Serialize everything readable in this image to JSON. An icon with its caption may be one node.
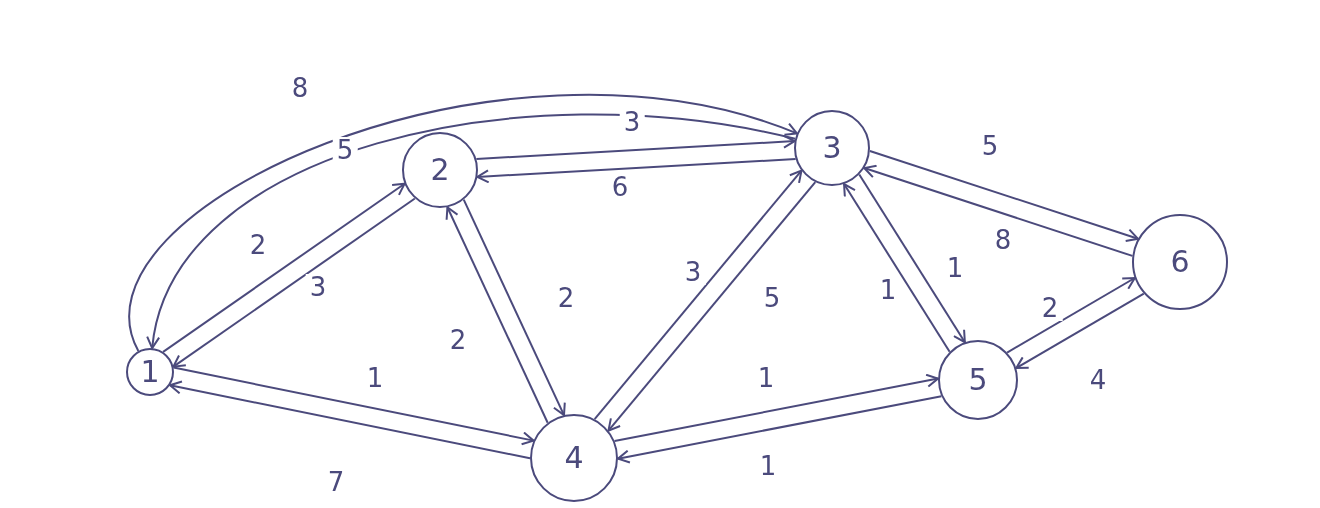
{
  "diagram": {
    "nodes": [
      {
        "text": [
          "1"
        ]
      },
      {
        "text": [
          "2"
        ]
      },
      {
        "text": [
          "3"
        ]
      },
      {
        "text": [
          "4"
        ]
      },
      {
        "text": [
          "5"
        ]
      },
      {
        "text": [
          "6"
        ]
      }
    ],
    "edges": [
      {
        "from": 0,
        "to": 2,
        "arrow": "to",
        "label": "8"
      },
      {
        "from": 2,
        "to": 0,
        "arrow": "to",
        "label": "5"
      },
      {
        "from": 0,
        "to": 1,
        "arrow": "to",
        "label": "2"
      },
      {
        "from": 1,
        "to": 0,
        "arrow": "to",
        "label": "3"
      },
      {
        "from": 1,
        "to": 2,
        "arrow": "to",
        "label": "3"
      },
      {
        "from": 2,
        "to": 1,
        "arrow": "to",
        "label": "6"
      },
      {
        "from": 3,
        "to": 1,
        "arrow": "to",
        "label": "2"
      },
      {
        "from": 1,
        "to": 3,
        "arrow": "to",
        "label": "2"
      },
      {
        "from": 3,
        "to": 2,
        "arrow": "to",
        "label": "3"
      },
      {
        "from": 2,
        "to": 3,
        "arrow": "to",
        "label": "5"
      },
      {
        "from": 3,
        "to": 4,
        "arrow": "to",
        "label": "1"
      },
      {
        "from": 4,
        "to": 3,
        "arrow": "to",
        "label": "1"
      },
      {
        "from": 0,
        "to": 3,
        "arrow": "to",
        "label": "1"
      },
      {
        "from": 3,
        "to": 0,
        "arrow": "to",
        "label": "7"
      },
      {
        "from": 2,
        "to": 5,
        "arrow": "to",
        "label": "5"
      },
      {
        "from": 5,
        "to": 2,
        "arrow": "to",
        "label": "8"
      },
      {
        "from": 2,
        "to": 4,
        "arrow": "to",
        "label": "1"
      },
      {
        "from": 4,
        "to": 2,
        "arrow": "to",
        "label": "1"
      },
      {
        "from": 4,
        "to": 5,
        "arrow": "to",
        "label": "2"
      },
      {
        "from": 5,
        "to": 4,
        "arrow": "to",
        "label": "4"
      }
    ]
  }
}
